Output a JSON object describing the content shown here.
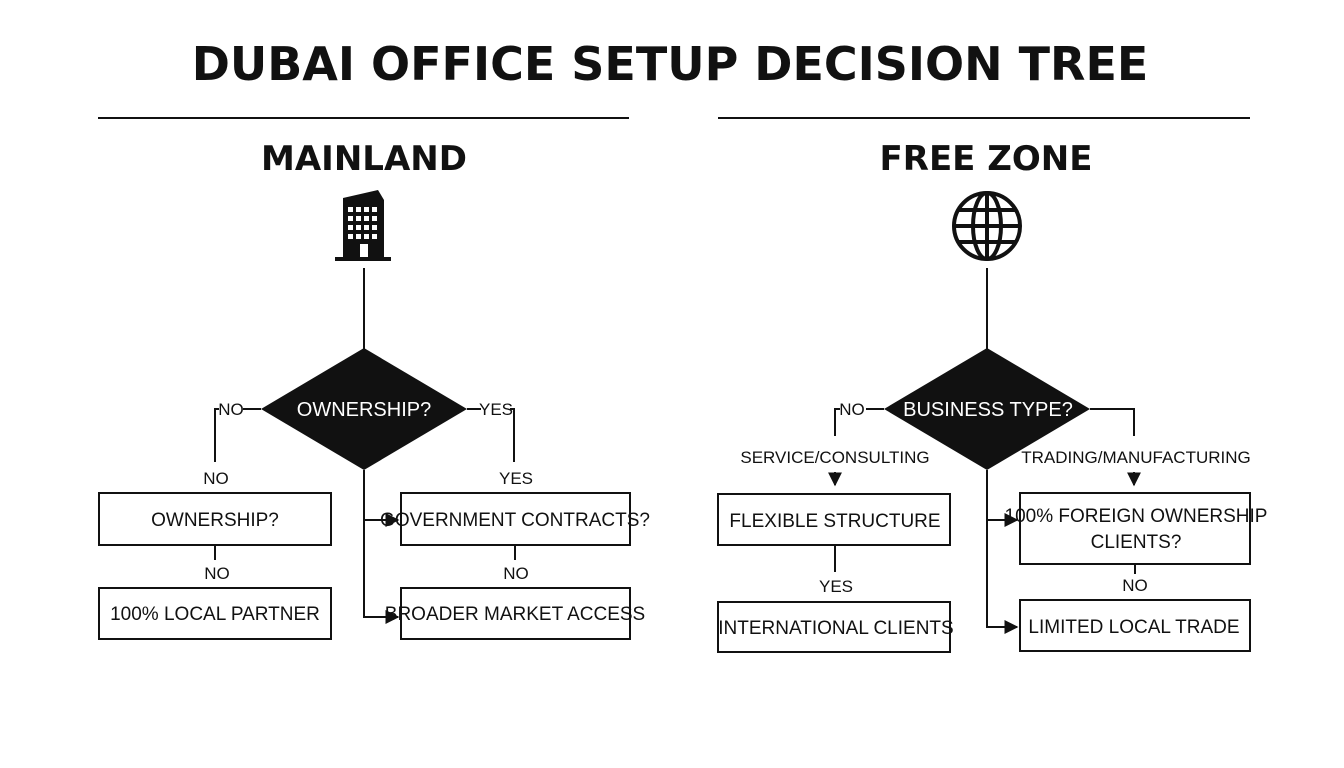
{
  "title": "DUBAI OFFICE SETUP DECISION TREE",
  "mainland": {
    "heading": "MAINLAND",
    "icon": "office-building-icon",
    "diamond": "OWNERSHIP?",
    "no_branch": "NO",
    "yes_branch": "YES",
    "left_label": "NO",
    "right_label": "YES",
    "left_box_1": "OWNERSHIP?",
    "left_mid_label": "NO",
    "left_box_2": "100% LOCAL PARTNER",
    "right_box_1": "GOVERNMENT CONTRACTS?",
    "right_mid_label": "NO",
    "right_box_2": "BROADER MARKET ACCESS"
  },
  "freezone": {
    "heading": "FREE ZONE",
    "icon": "globe-icon",
    "diamond": "BUSINESS TYPE?",
    "no_branch": "NO",
    "left_label": "SERVICE/CONSULTING",
    "right_label": "TRADING/MANUFACTURING",
    "left_box_1": "FLEXIBLE STRUCTURE",
    "left_mid_label": "YES",
    "left_box_2": "INTERNATIONAL CLIENTS",
    "right_box_1_line1": "100% FOREIGN OWNERSHIP",
    "right_box_1_line2": "CLIENTS?",
    "right_mid_label": "NO",
    "right_box_2": "LIMITED LOCAL TRADE"
  }
}
